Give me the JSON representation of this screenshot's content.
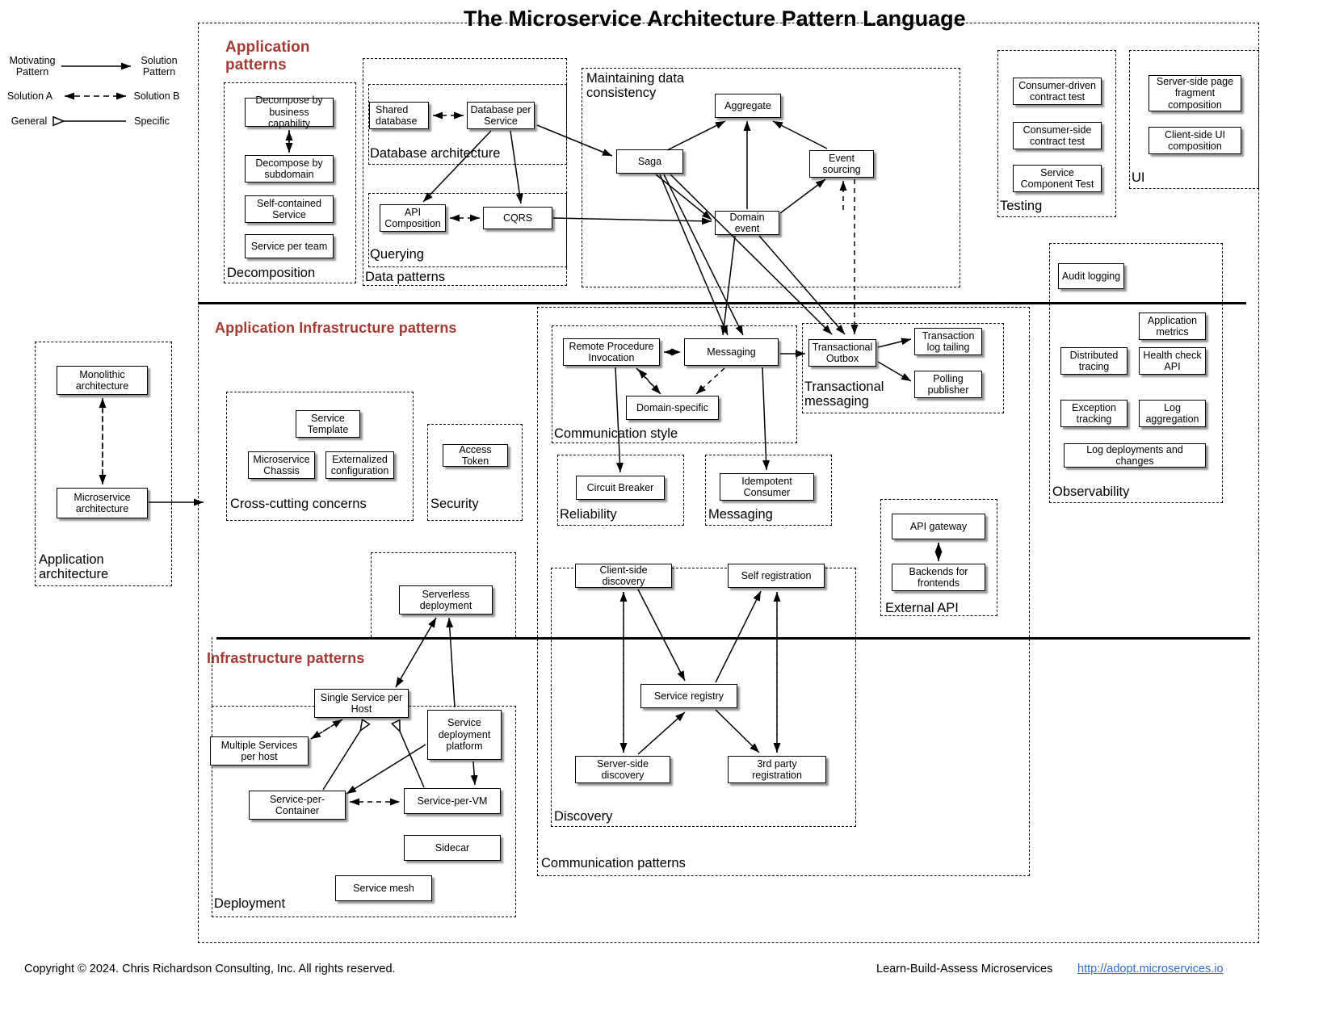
{
  "title": "The Microservice Architecture Pattern Language",
  "legend": {
    "row1_from": "Motivating\nPattern",
    "row1_to": "Solution\nPattern",
    "row2_from": "Solution A",
    "row2_to": "Solution B",
    "row3_from": "General",
    "row3_to": "Specific"
  },
  "bands": {
    "application": "Application\npatterns",
    "app_infrastructure": "Application Infrastructure patterns",
    "infrastructure": "Infrastructure patterns"
  },
  "groups": {
    "decomposition": "Decomposition",
    "data_patterns": "Data patterns",
    "database_architecture": "Database architecture",
    "querying": "Querying",
    "maintaining_data_consistency": "Maintaining data\nconsistency",
    "testing": "Testing",
    "ui": "UI",
    "observability": "Observability",
    "application_architecture": "Application\narchitecture",
    "cross_cutting": "Cross-cutting concerns",
    "security": "Security",
    "communication_patterns": "Communication patterns",
    "communication_style": "Communication style",
    "transactional_messaging": "Transactional\nmessaging",
    "reliability": "Reliability",
    "messaging": "Messaging",
    "discovery": "Discovery",
    "external_api": "External API",
    "deployment": "Deployment"
  },
  "patterns": {
    "decompose_business_capability": "Decompose by\nbusiness capability",
    "decompose_subdomain": "Decompose by\nsubdomain",
    "self_contained_service": "Self-contained\nService",
    "service_per_team": "Service per team",
    "shared_database": "Shared\ndatabase",
    "database_per_service": "Database per\nService",
    "api_composition": "API\nComposition",
    "cqrs": "CQRS",
    "aggregate": "Aggregate",
    "saga": "Saga",
    "event_sourcing": "Event\nsourcing",
    "domain_event": "Domain event",
    "consumer_driven_contract_test": "Consumer-driven\ncontract test",
    "consumer_side_contract_test": "Consumer-side\ncontract test",
    "service_component_test": "Service\nComponent Test",
    "server_side_page_fragment_composition": "Server-side page\nfragment\ncomposition",
    "client_side_ui_composition": "Client-side  UI\ncomposition",
    "audit_logging": "Audit logging",
    "application_metrics": "Application\nmetrics",
    "distributed_tracing": "Distributed\ntracing",
    "health_check_api": "Health check\nAPI",
    "exception_tracking": "Exception\ntracking",
    "log_aggregation": "Log\naggregation",
    "log_deployments_and_changes": "Log deployments and changes",
    "monolithic_architecture": "Monolithic\narchitecture",
    "microservice_architecture": "Microservice\narchitecture",
    "service_template": "Service\nTemplate",
    "microservice_chassis": "Microservice\nChassis",
    "externalized_configuration": "Externalized\nconfiguration",
    "access_token": "Access Token",
    "remote_procedure_invocation": "Remote Procedure\nInvocation",
    "messaging": "Messaging",
    "domain_specific": "Domain-specific",
    "transactional_outbox": "Transactional\nOutbox",
    "transaction_log_tailing": "Transaction\nlog tailing",
    "polling_publisher": "Polling\npublisher",
    "circuit_breaker": "Circuit Breaker",
    "idempotent_consumer": "Idempotent\nConsumer",
    "api_gateway": "API gateway",
    "backends_for_frontends": "Backends for\nfrontends",
    "client_side_discovery": "Client-side discovery",
    "self_registration": "Self registration",
    "service_registry": "Service registry",
    "server_side_discovery": "Server-side\ndiscovery",
    "third_party_registration": "3rd party registration",
    "serverless_deployment": "Serverless\ndeployment",
    "single_service_per_host": "Single Service per\nHost",
    "multiple_services_per_host": "Multiple Services\nper host",
    "service_deployment_platform": "Service\ndeployment\nplatform",
    "service_per_container": "Service-per-\nContainer",
    "service_per_vm": "Service-per-VM",
    "sidecar": "Sidecar",
    "service_mesh": "Service mesh"
  },
  "footer": {
    "copyright": "Copyright © 2024. Chris Richardson Consulting, Inc. All rights reserved.",
    "tagline": "Learn-Build-Assess Microservices",
    "url": "http://adopt.microservices.io"
  },
  "colors": {
    "band_title": "#a33a33",
    "link": "#2f6fd0",
    "box_border": "#000000",
    "background": "#ffffff"
  }
}
